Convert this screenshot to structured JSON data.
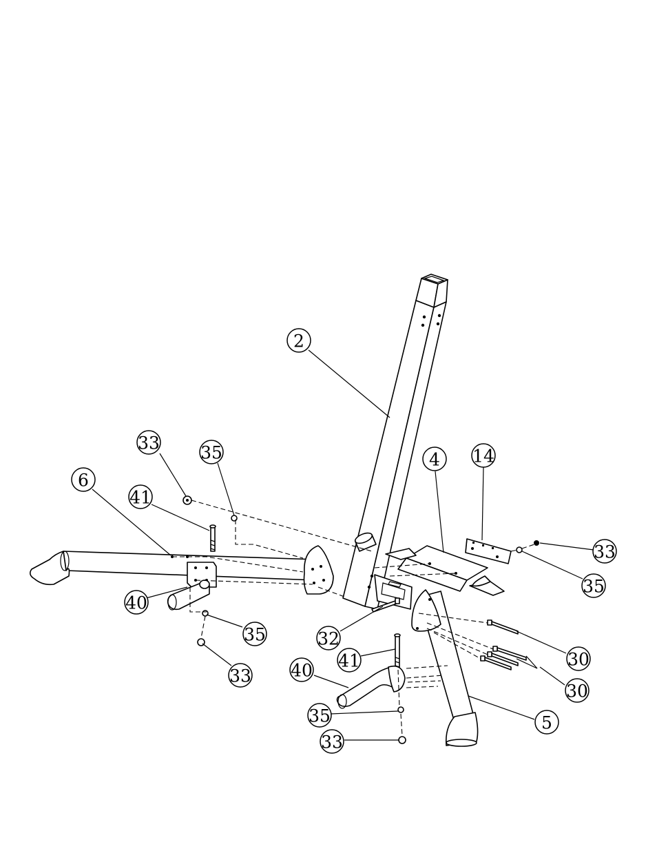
{
  "diagram": {
    "labels": {
      "frame_upright": "2",
      "rear_base_tube": "4",
      "front_base_tube": "5",
      "left_base_tube": "6",
      "bracket_plate": "14",
      "long_bolts": "30",
      "bolt_32": "32",
      "nut": "33",
      "washer": "35",
      "foot_rest_tube": "40",
      "pin": "41"
    }
  }
}
